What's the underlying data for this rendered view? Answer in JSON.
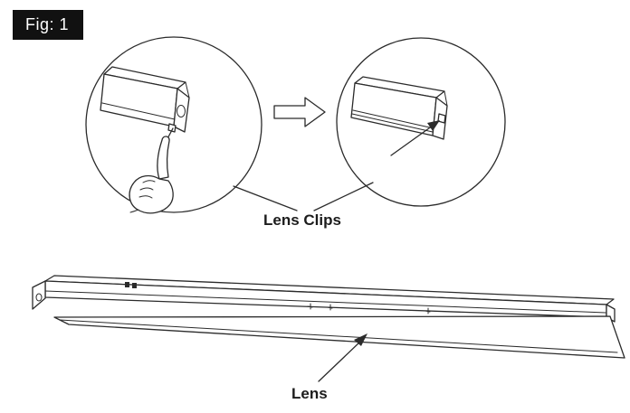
{
  "figure": {
    "label": "Fig: 1"
  },
  "callouts": {
    "lens_clips": "Lens Clips",
    "lens": "Lens"
  },
  "colors": {
    "line": "#2b2b2b",
    "badge_bg": "#111111",
    "badge_text": "#ffffff",
    "background": "#ffffff"
  }
}
